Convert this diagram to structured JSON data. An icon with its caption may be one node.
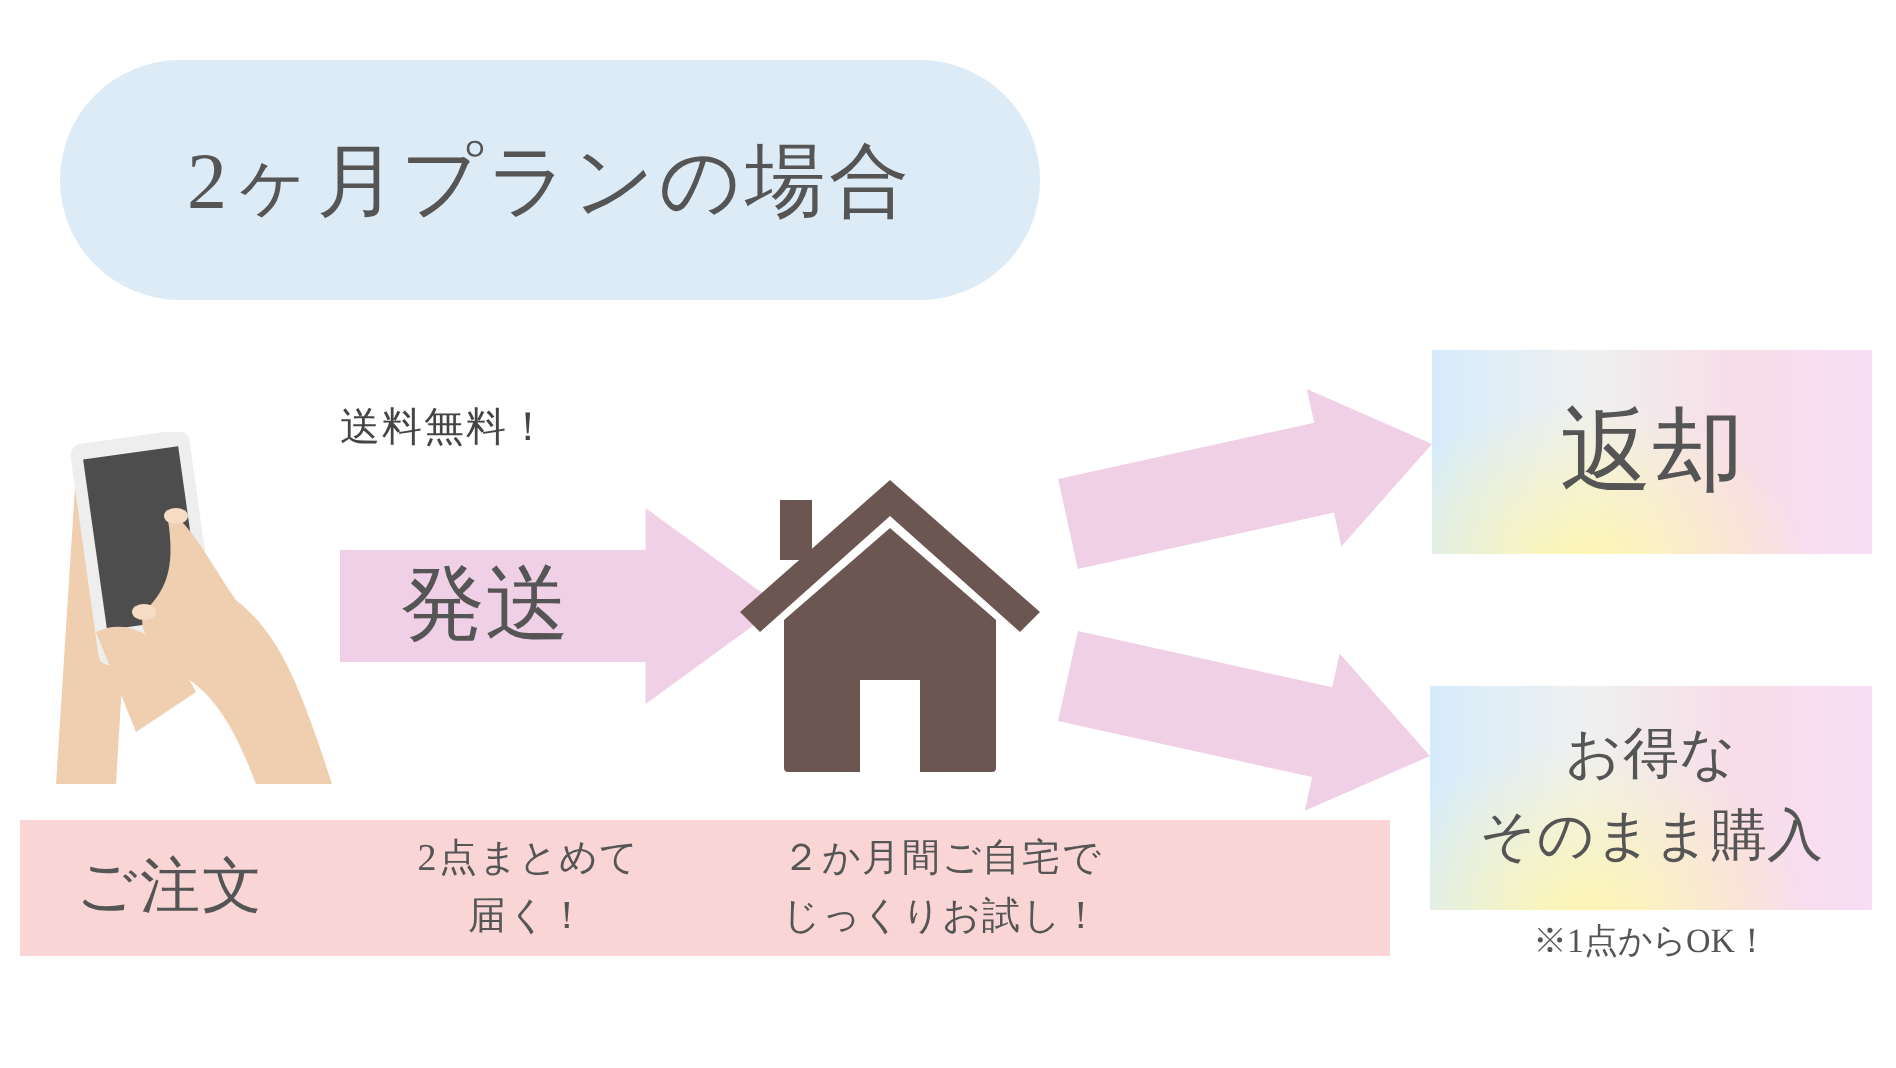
{
  "diagram": {
    "title": "2ヶ月プランの場合",
    "nodes": [
      {
        "text": [],
        "shape": "picture"
      },
      {
        "text": [],
        "shape": "picture"
      },
      {
        "text": [
          "返却"
        ]
      },
      {
        "text": [
          "お得なそのまま購入"
        ],
        "beside": [
          "※1点からOK！"
        ]
      },
      {
        "text": [
          "ご注文",
          "2点まとめて届く！",
          "２か月間ご自宅でじっくりお試し！"
        ]
      }
    ],
    "edges": [
      {
        "from": 0,
        "to": 1,
        "arrow": "to",
        "label": "発送"
      },
      {
        "from": 1,
        "to": 2,
        "arrow": "to"
      },
      {
        "from": 1,
        "to": 3,
        "arrow": "to"
      }
    ],
    "labels": [
      "送料無料！"
    ]
  }
}
